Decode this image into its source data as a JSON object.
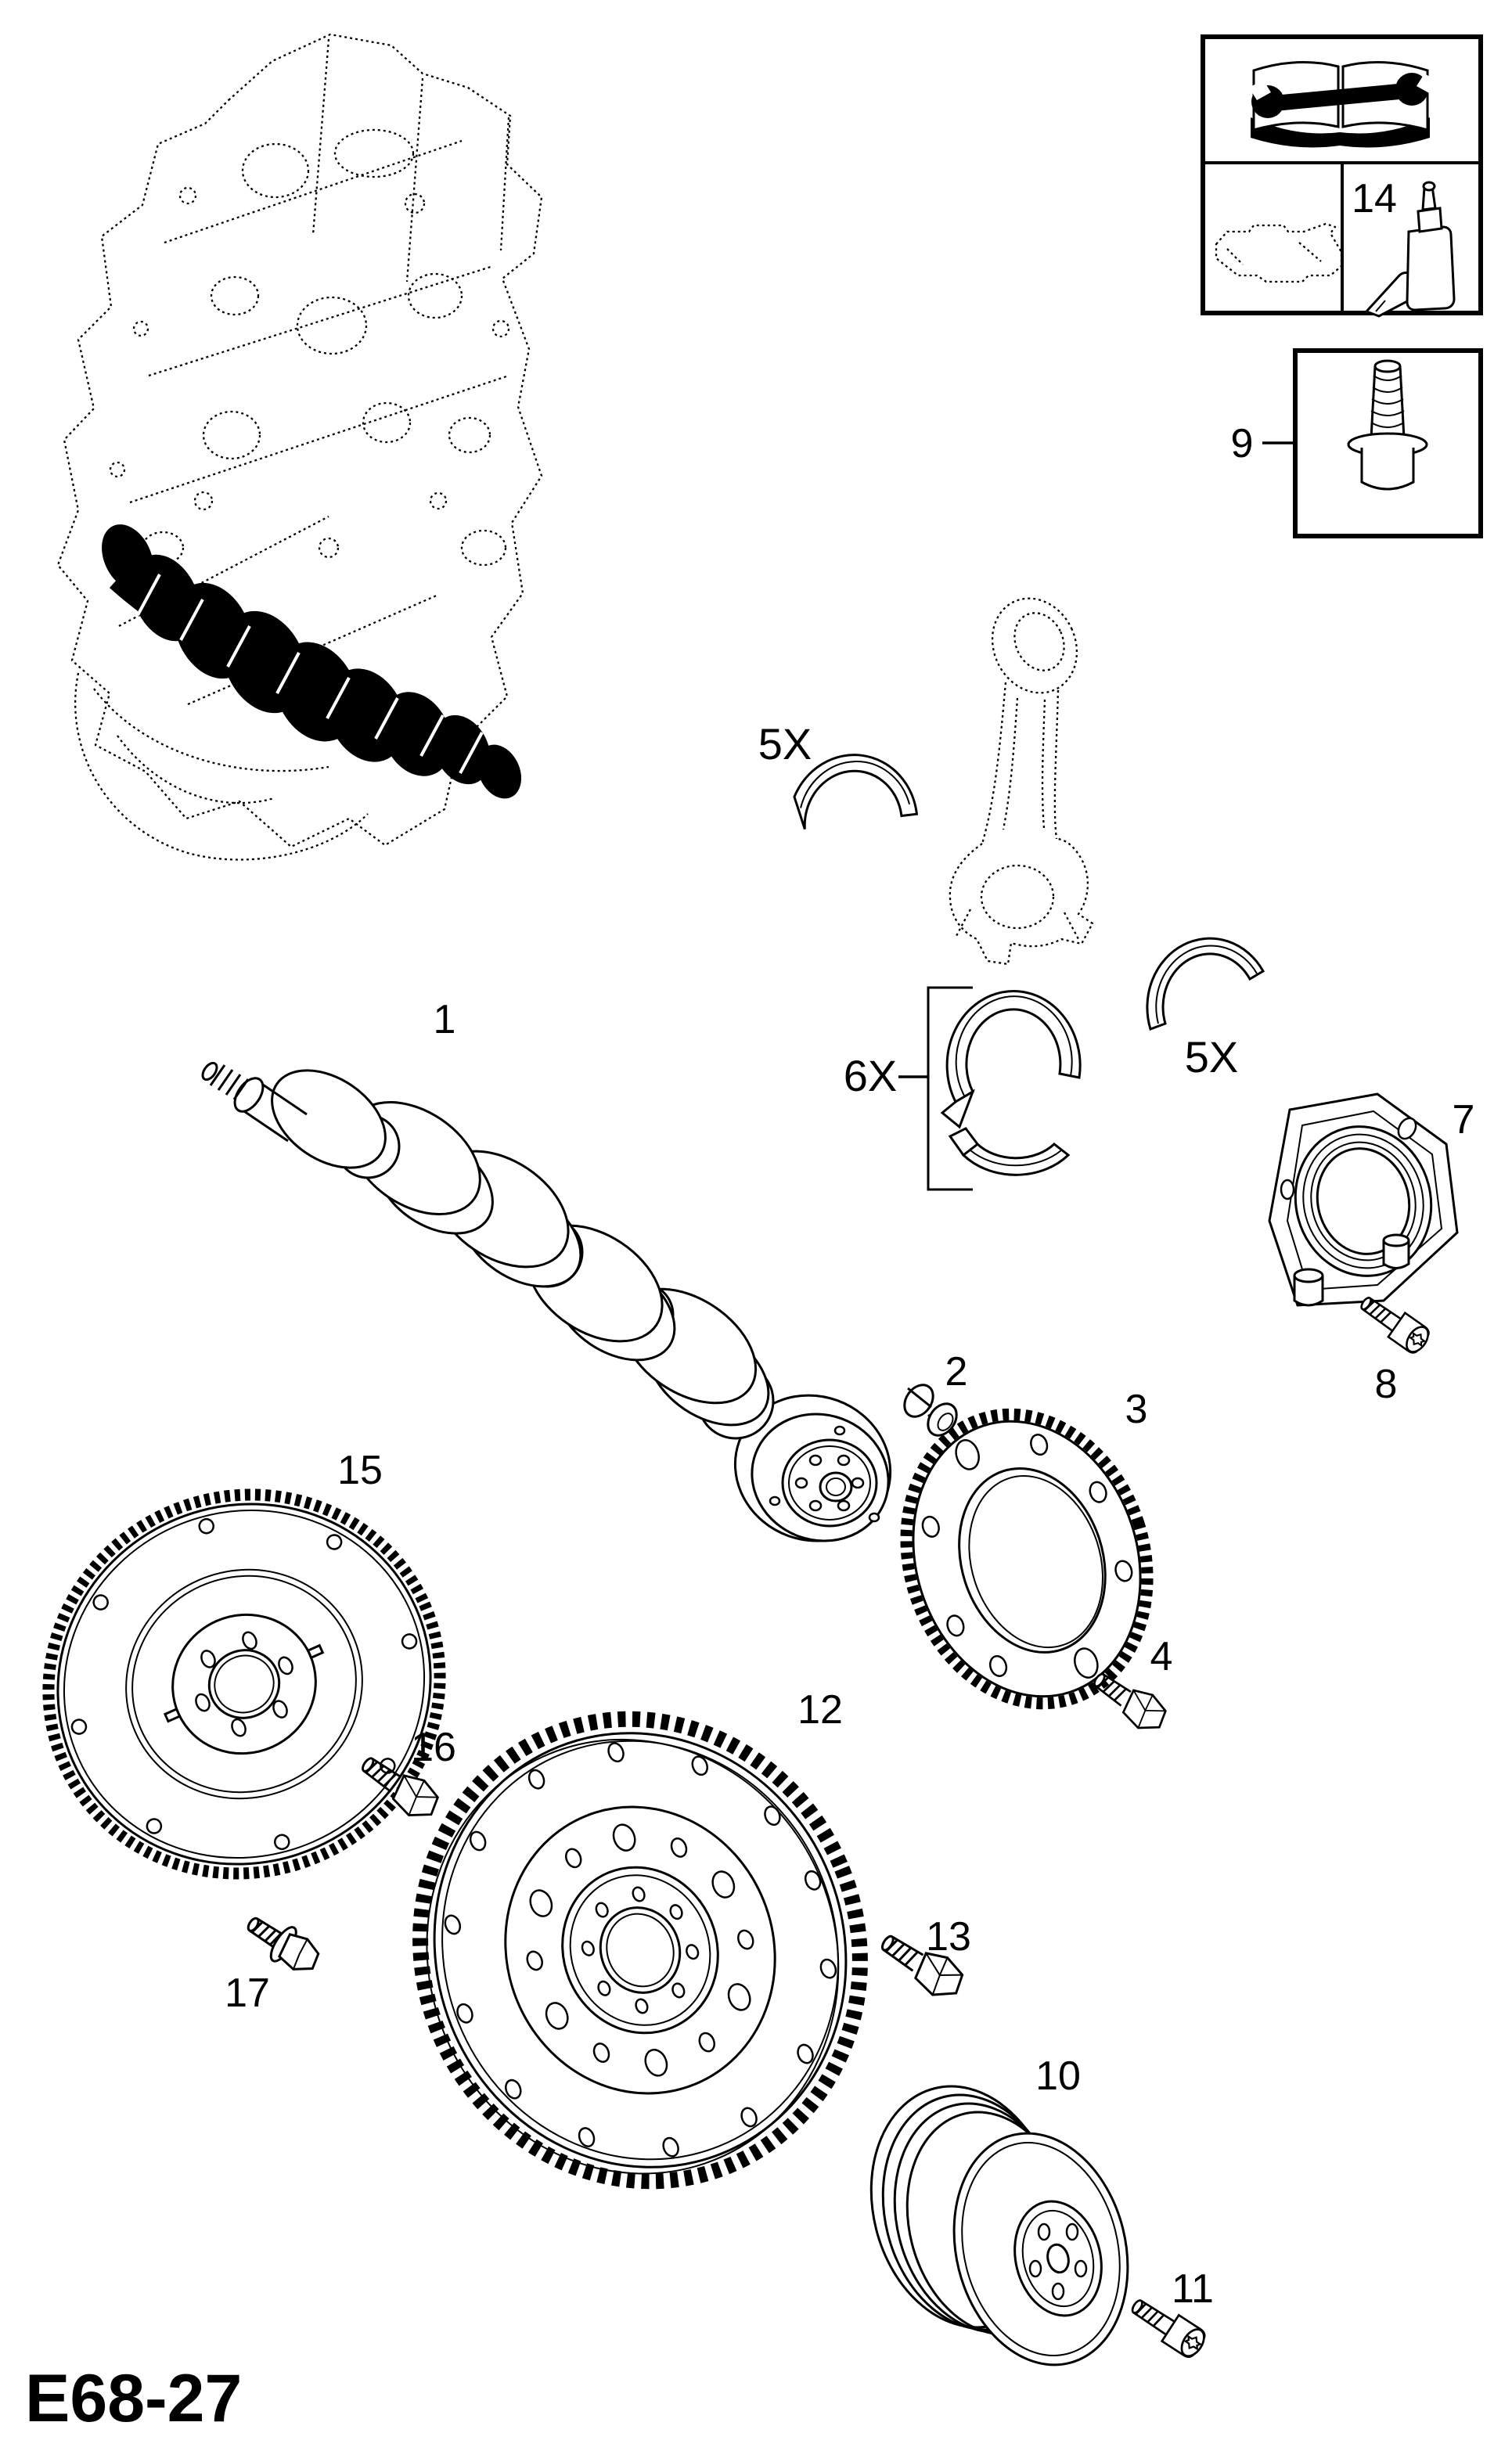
{
  "page": {
    "code": "E68-27"
  },
  "colors": {
    "ink": "#000000",
    "paper": "#ffffff"
  },
  "icons": {
    "manual": "book-wrench-icon",
    "oil": "oil-pan-icon",
    "sealant": "sealant-bottle-icon"
  },
  "callouts": {
    "crankshaft": "1",
    "sleeve": "2",
    "timing_gear": "3",
    "gear_bolt": "4",
    "rod_bearing_qty": "5X",
    "main_bearing_qty": "6X",
    "thrust_washer_qty": "5X",
    "seal_housing": "7",
    "seal_housing_bolt": "8",
    "sealant_screw": "9",
    "pulley": "10",
    "pulley_bolt": "11",
    "dual_mass_flywheel": "12",
    "flywheel_bolt": "13",
    "sealant": "14",
    "flex_plate": "15",
    "flex_plate_bolt": "16",
    "flex_plate_bolt_2": "17"
  }
}
